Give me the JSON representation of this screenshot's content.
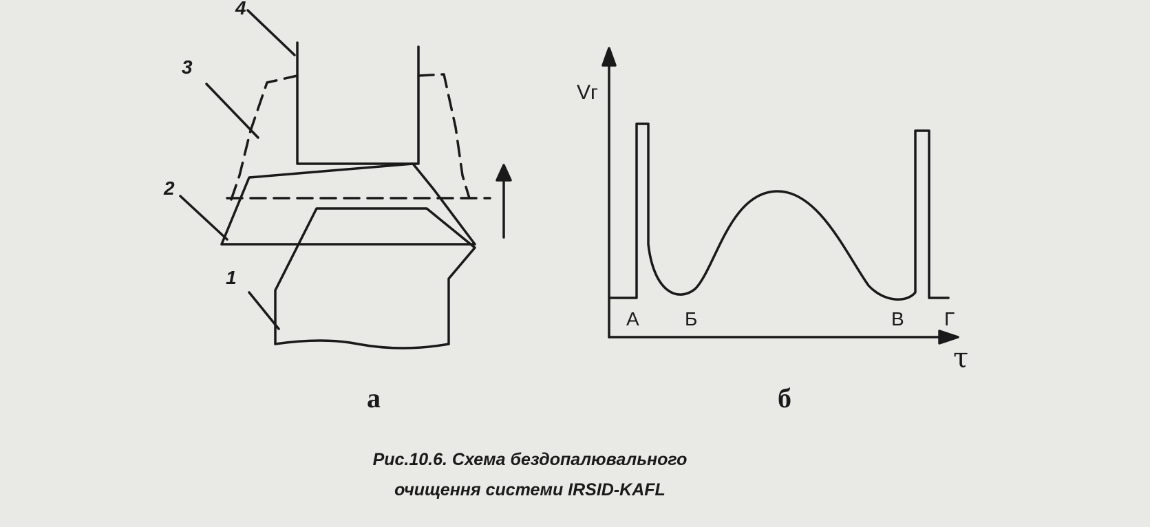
{
  "figure": {
    "caption_line1": "Рис.10.6. Схема бездопалювального",
    "caption_line2": "очищення системи IRSID-KAFL",
    "panel_a": {
      "label": "а",
      "callouts": [
        "1",
        "2",
        "3",
        "4"
      ]
    },
    "panel_b": {
      "label": "б",
      "y_axis_label": "Vг",
      "x_axis_label": "τ",
      "point_labels": [
        "А",
        "Б",
        "В",
        "Г"
      ]
    }
  },
  "colors": {
    "ink": "#1a1a1a",
    "paper": "#e9e9e6",
    "bleed_through": "#c7c7c3"
  }
}
